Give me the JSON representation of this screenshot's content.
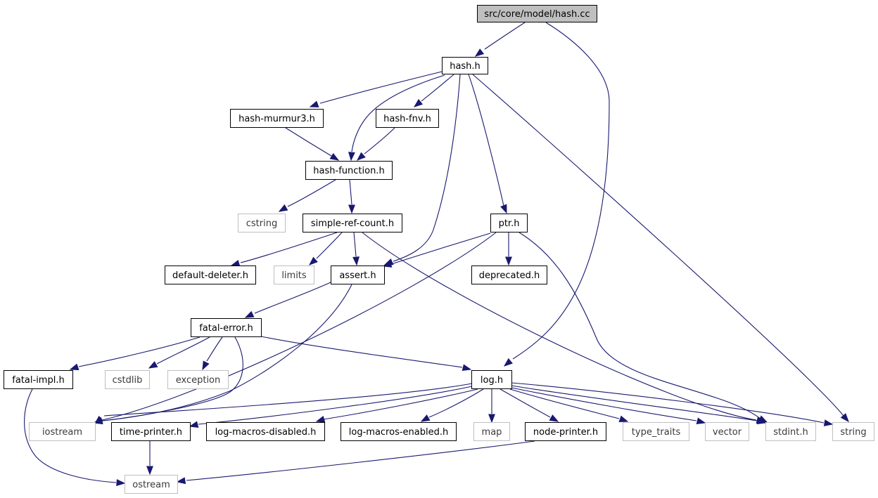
{
  "graph": {
    "nodes": [
      {
        "id": "root",
        "label": "src/core/model/hash.cc",
        "kind": "root"
      },
      {
        "id": "hash_h",
        "label": "hash.h",
        "kind": "local"
      },
      {
        "id": "murmur",
        "label": "hash-murmur3.h",
        "kind": "local"
      },
      {
        "id": "fnv",
        "label": "hash-fnv.h",
        "kind": "local"
      },
      {
        "id": "func",
        "label": "hash-function.h",
        "kind": "local"
      },
      {
        "id": "cstring",
        "label": "cstring",
        "kind": "system"
      },
      {
        "id": "srcount",
        "label": "simple-ref-count.h",
        "kind": "local"
      },
      {
        "id": "ptr",
        "label": "ptr.h",
        "kind": "local"
      },
      {
        "id": "deleter",
        "label": "default-deleter.h",
        "kind": "local"
      },
      {
        "id": "limits",
        "label": "limits",
        "kind": "system"
      },
      {
        "id": "assert",
        "label": "assert.h",
        "kind": "local"
      },
      {
        "id": "deprecated",
        "label": "deprecated.h",
        "kind": "local"
      },
      {
        "id": "fatalerr",
        "label": "fatal-error.h",
        "kind": "local"
      },
      {
        "id": "fatalimpl",
        "label": "fatal-impl.h",
        "kind": "local"
      },
      {
        "id": "cstdlib",
        "label": "cstdlib",
        "kind": "system"
      },
      {
        "id": "exception",
        "label": "exception",
        "kind": "system"
      },
      {
        "id": "log",
        "label": "log.h",
        "kind": "local"
      },
      {
        "id": "iostream",
        "label": "iostream",
        "kind": "system"
      },
      {
        "id": "timeprinter",
        "label": "time-printer.h",
        "kind": "local"
      },
      {
        "id": "lmdisabled",
        "label": "log-macros-disabled.h",
        "kind": "local"
      },
      {
        "id": "lmenabled",
        "label": "log-macros-enabled.h",
        "kind": "local"
      },
      {
        "id": "map",
        "label": "map",
        "kind": "system"
      },
      {
        "id": "nodeprinter",
        "label": "node-printer.h",
        "kind": "local"
      },
      {
        "id": "typetraits",
        "label": "type_traits",
        "kind": "system"
      },
      {
        "id": "vector",
        "label": "vector",
        "kind": "system"
      },
      {
        "id": "stdint",
        "label": "stdint.h",
        "kind": "system"
      },
      {
        "id": "string",
        "label": "string",
        "kind": "system"
      },
      {
        "id": "ostream",
        "label": "ostream",
        "kind": "system"
      }
    ],
    "edges": [
      {
        "from": "root",
        "to": "hash_h"
      },
      {
        "from": "root",
        "to": "log"
      },
      {
        "from": "hash_h",
        "to": "murmur"
      },
      {
        "from": "hash_h",
        "to": "fnv"
      },
      {
        "from": "hash_h",
        "to": "func"
      },
      {
        "from": "hash_h",
        "to": "assert"
      },
      {
        "from": "hash_h",
        "to": "ptr"
      },
      {
        "from": "hash_h",
        "to": "string"
      },
      {
        "from": "murmur",
        "to": "func"
      },
      {
        "from": "fnv",
        "to": "func"
      },
      {
        "from": "func",
        "to": "cstring"
      },
      {
        "from": "func",
        "to": "srcount"
      },
      {
        "from": "srcount",
        "to": "deleter"
      },
      {
        "from": "srcount",
        "to": "limits"
      },
      {
        "from": "srcount",
        "to": "assert"
      },
      {
        "from": "srcount",
        "to": "stdint"
      },
      {
        "from": "ptr",
        "to": "assert"
      },
      {
        "from": "ptr",
        "to": "deprecated"
      },
      {
        "from": "ptr",
        "to": "iostream"
      },
      {
        "from": "ptr",
        "to": "stdint"
      },
      {
        "from": "assert",
        "to": "fatalerr"
      },
      {
        "from": "assert",
        "to": "iostream"
      },
      {
        "from": "fatalerr",
        "to": "fatalimpl"
      },
      {
        "from": "fatalerr",
        "to": "cstdlib"
      },
      {
        "from": "fatalerr",
        "to": "exception"
      },
      {
        "from": "fatalerr",
        "to": "iostream"
      },
      {
        "from": "fatalerr",
        "to": "log"
      },
      {
        "from": "fatalimpl",
        "to": "ostream"
      },
      {
        "from": "log",
        "to": "iostream"
      },
      {
        "from": "log",
        "to": "timeprinter"
      },
      {
        "from": "log",
        "to": "lmdisabled"
      },
      {
        "from": "log",
        "to": "lmenabled"
      },
      {
        "from": "log",
        "to": "map"
      },
      {
        "from": "log",
        "to": "nodeprinter"
      },
      {
        "from": "log",
        "to": "typetraits"
      },
      {
        "from": "log",
        "to": "vector"
      },
      {
        "from": "log",
        "to": "stdint"
      },
      {
        "from": "log",
        "to": "string"
      },
      {
        "from": "timeprinter",
        "to": "ostream"
      },
      {
        "from": "nodeprinter",
        "to": "ostream"
      }
    ]
  },
  "colors": {
    "edge": "#191970",
    "local_border": "#000000",
    "system_border": "#bfbfbf",
    "root_fill": "#bfbfbf",
    "node_fill": "#ffffff"
  }
}
